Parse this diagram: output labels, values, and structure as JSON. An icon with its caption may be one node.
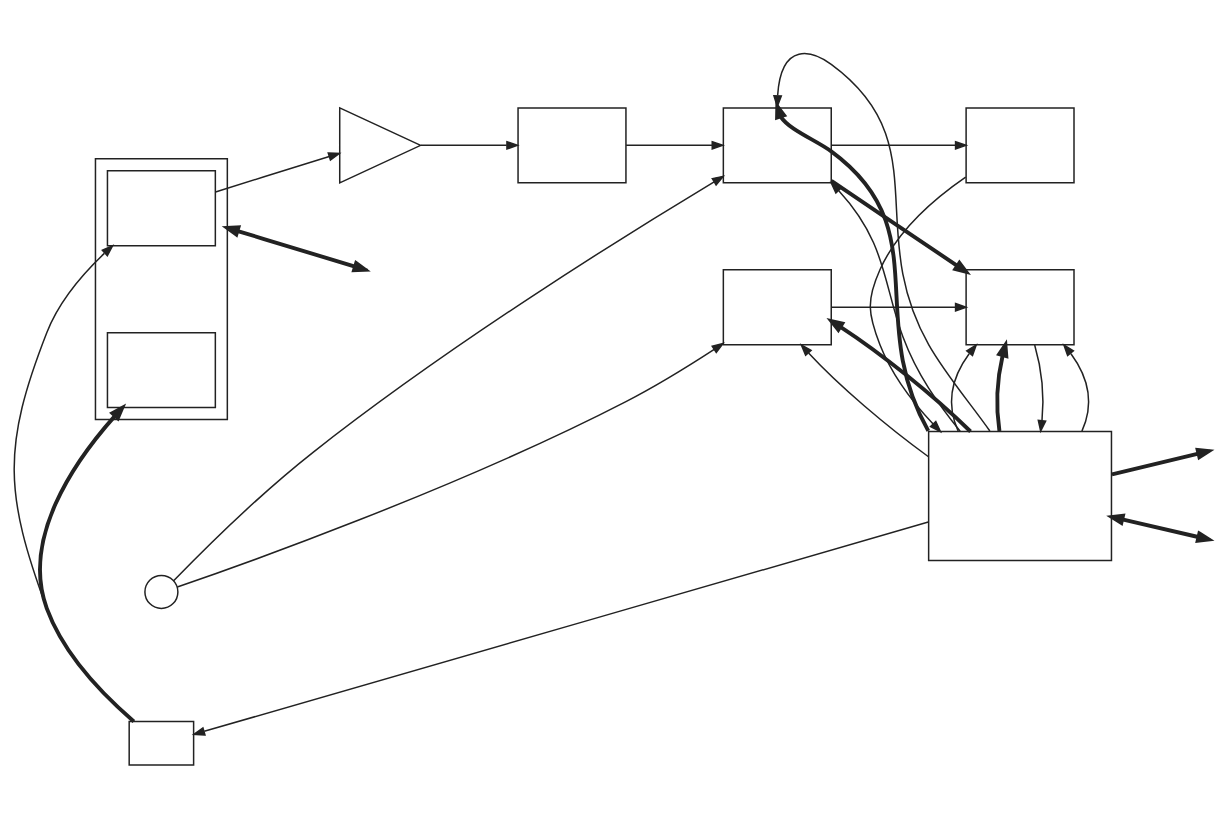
{
  "diagram": {
    "nodes": [
      {
        "text": [],
        "shape": "box"
      },
      {
        "text": [],
        "shape": "box",
        "in": 0
      },
      {
        "text": [],
        "shape": "box",
        "in": 0
      },
      {
        "text": [],
        "shape": "triangle"
      },
      {
        "text": [],
        "shape": "box"
      },
      {
        "text": [],
        "shape": "box"
      },
      {
        "text": [],
        "shape": "box"
      },
      {
        "text": [],
        "shape": "circle"
      },
      {
        "text": [],
        "shape": "box"
      },
      {
        "text": [],
        "shape": "box"
      },
      {
        "text": [],
        "shape": "box"
      },
      {
        "text": [],
        "shape": "box"
      }
    ],
    "edges": [
      {
        "from": null,
        "to": 0,
        "arrow": "both",
        "style": "thick"
      },
      {
        "from": 1,
        "to": 3,
        "arrow": "to"
      },
      {
        "from": 3,
        "to": 4,
        "arrow": "to"
      },
      {
        "from": 4,
        "to": 5,
        "arrow": "to"
      },
      {
        "from": 8,
        "to": 1,
        "arrow": "to"
      },
      {
        "from": 8,
        "to": 2,
        "arrow": "to",
        "style": "thick"
      },
      {
        "from": 7,
        "to": 5,
        "arrow": "to"
      },
      {
        "from": 7,
        "to": 6,
        "arrow": "to"
      },
      {
        "from": 5,
        "to": 9,
        "arrow": "to"
      },
      {
        "from": 5,
        "to": 10,
        "arrow": "to",
        "style": "thick"
      },
      {
        "from": 6,
        "to": 10,
        "arrow": "to"
      },
      {
        "from": 11,
        "to": 5,
        "arrow": "to"
      },
      {
        "from": 11,
        "to": 6,
        "arrow": "to"
      },
      {
        "from": 11,
        "to": 6,
        "arrow": "to",
        "style": "thick"
      },
      {
        "from": 11,
        "to": 10,
        "arrow": "to"
      },
      {
        "from": 10,
        "to": 11,
        "arrow": "to"
      },
      {
        "from": 11,
        "to": 10,
        "arrow": "to",
        "style": "thick"
      },
      {
        "from": 11,
        "to": 10,
        "arrow": "to"
      },
      {
        "from": 9,
        "to": 11,
        "arrow": "to"
      },
      {
        "from": 11,
        "to": 5,
        "arrow": "to",
        "style": "thick"
      },
      {
        "from": 11,
        "to": 5,
        "arrow": "to"
      },
      {
        "from": 11,
        "to": 8,
        "arrow": "to"
      },
      {
        "from": 11,
        "to": null,
        "arrow": "to",
        "style": "thick"
      },
      {
        "from": null,
        "to": 11,
        "arrow": "both",
        "style": "thick"
      }
    ]
  }
}
